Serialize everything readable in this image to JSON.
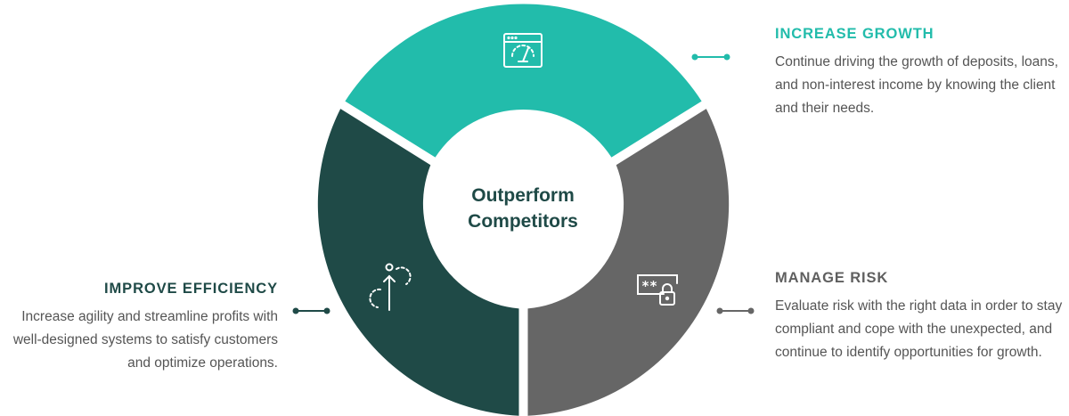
{
  "center": {
    "line1": "Outperform",
    "line2": "Competitors"
  },
  "segments": [
    {
      "id": "growth",
      "color": "#22bcab",
      "icon": "dashboard-window-icon",
      "title": "INCREASE GROWTH",
      "text": "Continue driving the growth of deposits, loans, and non-interest income by knowing the client and their needs."
    },
    {
      "id": "risk",
      "color": "#666666",
      "icon": "password-lock-icon",
      "title": "MANAGE RISK",
      "text": "Evaluate risk with the right data in order to stay compliant and cope with the unexpected, and continue to identify opportunities for growth."
    },
    {
      "id": "efficiency",
      "color": "#1f4a47",
      "icon": "upward-arrow-icon",
      "title": "IMPROVE EFFICIENCY",
      "text": "Increase agility and streamline profits with well-designed systems to satisfy customers and optimize operations."
    }
  ]
}
